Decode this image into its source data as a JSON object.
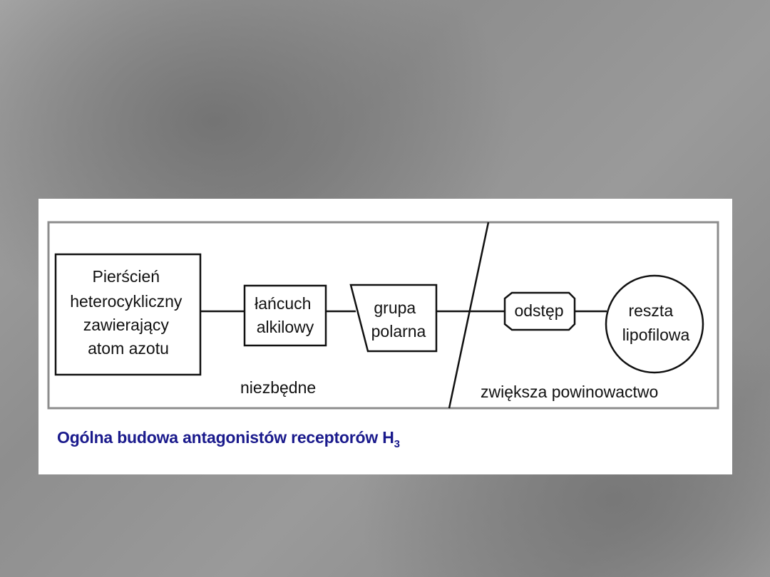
{
  "diagram": {
    "boxes": {
      "heterocycle": [
        "Pierścień",
        "heterocykliczny",
        "zawierający",
        "atom azotu"
      ],
      "alkyl_chain": [
        "łańcuch",
        "alkilowy"
      ],
      "polar_group": [
        "grupa",
        "polarna"
      ],
      "spacer": [
        "odstęp"
      ],
      "lipophilic": [
        "reszta",
        "lipofilowa"
      ]
    },
    "region_labels": {
      "essential": "niezbędne",
      "affinity": "zwiększa powinowactwo"
    }
  },
  "caption": {
    "main": "Ogólna budowa antagonistów receptorów H",
    "subscript": "3"
  },
  "colors": {
    "caption": "#1a1a8c",
    "frame": "#8c8c8c",
    "stroke": "#111111"
  }
}
